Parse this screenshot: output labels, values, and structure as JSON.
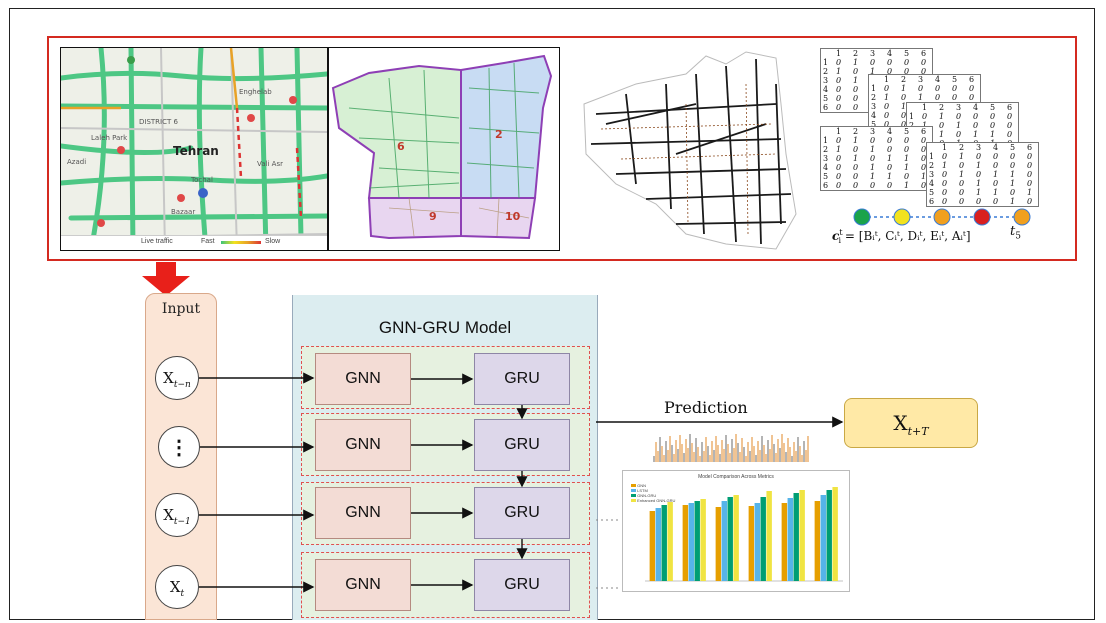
{
  "top_panel": {
    "map1": {
      "city_label": "Tehran",
      "labels": [
        "DISTRICT 6",
        "Tochal",
        "Enghelab",
        "Vali Asr",
        "Azadi",
        "Laleh Park",
        "Bazaar"
      ],
      "legend_live": "Live traffic",
      "legend_fast": "Fast",
      "legend_slow": "Slow"
    },
    "map2": {
      "district_labels": [
        "6",
        "2",
        "9",
        "10"
      ]
    },
    "matrices": {
      "columns": [
        "1",
        "2",
        "3",
        "4",
        "5",
        "6"
      ],
      "rows": [
        "1",
        "2",
        "3",
        "4",
        "5",
        "6"
      ],
      "front_values": [
        [
          "0",
          "1",
          "0",
          "0",
          "0",
          "0"
        ],
        [
          "1",
          "0",
          "1",
          "0",
          "0",
          "0"
        ],
        [
          "0",
          "1",
          "0",
          "1",
          "1",
          "0"
        ],
        [
          "0",
          "0",
          "1",
          "0",
          "1",
          "0"
        ],
        [
          "0",
          "0",
          "1",
          "1",
          "0",
          "1"
        ],
        [
          "0",
          "0",
          "0",
          "0",
          "1",
          "0"
        ]
      ]
    },
    "timeline_colors": [
      "#1aa34a",
      "#f2e21e",
      "#f0a020",
      "#d92020",
      "#f0a020"
    ],
    "formula": "c",
    "formula_sup": "t",
    "formula_sub": "i",
    "formula_rhs": " = [Bᵢᵗ, Cᵢᵗ, Dᵢᵗ, Eᵢᵗ, Aᵢᵗ]",
    "t5": "t",
    "t5_sub": "5"
  },
  "input_panel": {
    "title": "Input",
    "nodes": [
      {
        "base": "X",
        "sub": "t−n"
      },
      {
        "base": "⋮",
        "sub": ""
      },
      {
        "base": "X",
        "sub": "t−1"
      },
      {
        "base": "X",
        "sub": "t"
      }
    ]
  },
  "model": {
    "title": "GNN-GRU Model",
    "gnn_label": "GNN",
    "gru_label": "GRU"
  },
  "prediction": {
    "label": "Prediction",
    "output_base": "X",
    "output_sub": "t+T"
  },
  "comparison_chart": {
    "title": "Model Comparison Across Metrics",
    "legend": [
      "GNN",
      "LSTM",
      "GNN-GRU",
      "Enhanced GNN-GRU"
    ],
    "colors": [
      "#e69f00",
      "#56b4e9",
      "#009e73",
      "#f0e442"
    ]
  },
  "chart_data": {
    "type": "bar",
    "title": "Model Comparison Across Metrics",
    "categories": [
      "",
      "",
      "",
      "",
      "",
      ""
    ],
    "series": [
      {
        "name": "GNN",
        "values": [
          0.7,
          0.76,
          0.74,
          0.75,
          0.78,
          0.8
        ]
      },
      {
        "name": "LSTM",
        "values": [
          0.73,
          0.78,
          0.8,
          0.78,
          0.83,
          0.86
        ]
      },
      {
        "name": "GNN-GRU",
        "values": [
          0.76,
          0.8,
          0.84,
          0.84,
          0.88,
          0.91
        ]
      },
      {
        "name": "Enhanced GNN-GRU",
        "values": [
          0.79,
          0.82,
          0.86,
          0.9,
          0.91,
          0.94
        ]
      }
    ],
    "ylim": [
      0,
      1.0
    ]
  }
}
